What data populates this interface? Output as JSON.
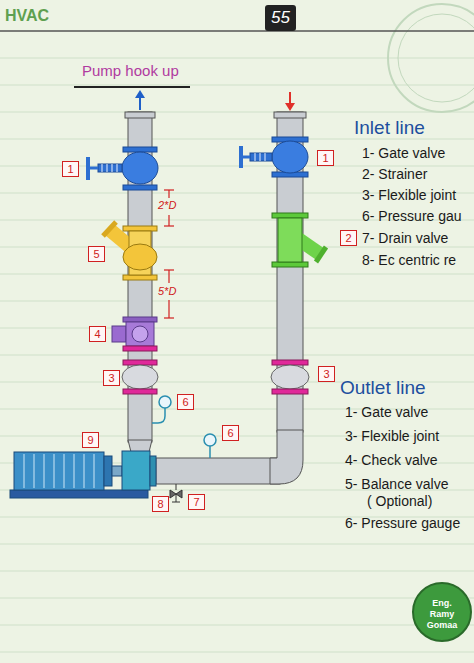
{
  "diagram": {
    "title": "Pump hook up",
    "labels": [
      "HVAC",
      "55",
      "Inlet line",
      "1- Gate valve",
      "2- Strainer",
      "3- Flexible joint",
      "6- Pressure gau",
      "7- Drain valve",
      "8- Ec centric re",
      "Outlet line",
      "1- Gate valve",
      "3- Flexible joint",
      "4- Check valve",
      "5- Balance valve ( Optional)",
      "6- Pressure gauge",
      "1",
      "5",
      "4",
      "3",
      "6",
      "9",
      "8",
      "7",
      "6",
      "1",
      "2",
      "3",
      "2*D",
      "5*D",
      "Eng. Ramy Gomaa"
    ]
  }
}
